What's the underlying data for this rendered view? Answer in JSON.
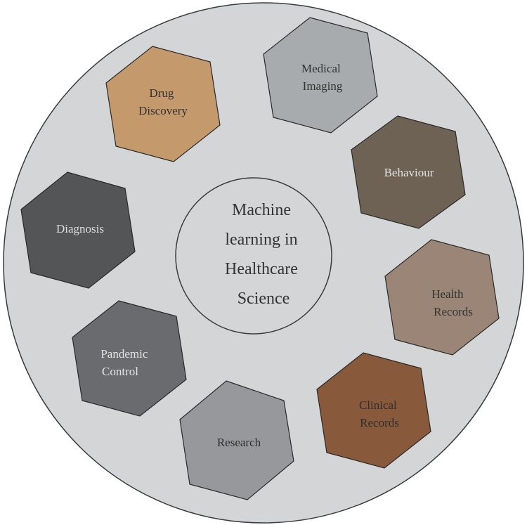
{
  "center": {
    "lines": [
      "Machine",
      "learning in",
      "Healthcare",
      "Science"
    ]
  },
  "hexagons": [
    {
      "name": "drug-discovery",
      "lines": [
        "Drug",
        "Discovery"
      ],
      "fill": "#c4996b",
      "text": "#333333"
    },
    {
      "name": "medical-imaging",
      "lines": [
        "Medical",
        "Imaging"
      ],
      "fill": "#a8abad",
      "text": "#333333"
    },
    {
      "name": "behaviour",
      "lines": [
        "Behaviour"
      ],
      "fill": "#6d6253",
      "text": "#e4e4e4"
    },
    {
      "name": "diagnosis",
      "lines": [
        "Diagnosis"
      ],
      "fill": "#545557",
      "text": "#dcdcdc"
    },
    {
      "name": "health-records",
      "lines": [
        "Health",
        "Records"
      ],
      "fill": "#9a8577",
      "text": "#333333"
    },
    {
      "name": "pandemic-control",
      "lines": [
        "Pandemic",
        "Control"
      ],
      "fill": "#6a6b6e",
      "text": "#e4e4e4"
    },
    {
      "name": "clinical-records",
      "lines": [
        "Clinical",
        "Records"
      ],
      "fill": "#88593a",
      "text": "#2f2f2f"
    },
    {
      "name": "research",
      "lines": [
        "Research"
      ],
      "fill": "#97989b",
      "text": "#2f2f2f"
    }
  ]
}
